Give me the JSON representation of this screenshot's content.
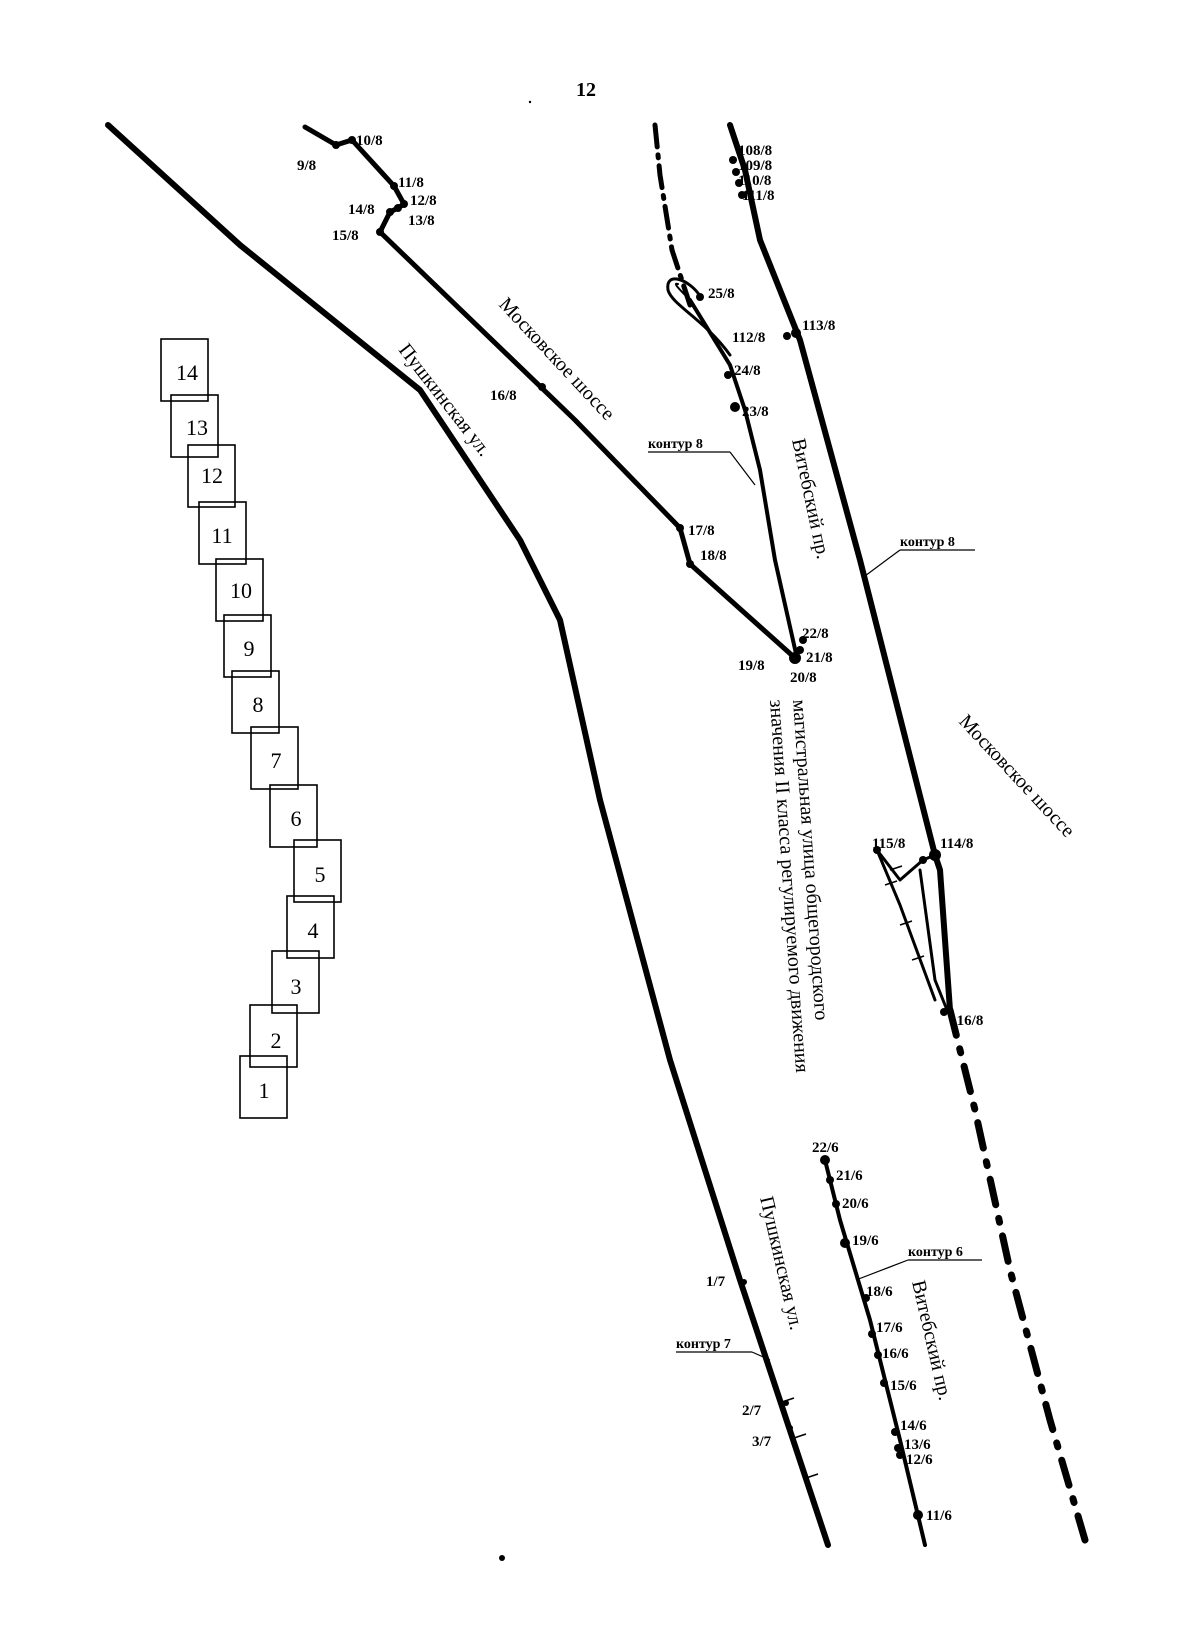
{
  "page_number": "12",
  "streets": {
    "pushkinskaya_top": "Пушкинская ул.",
    "pushkinskaya_bottom": "Пушкинская ул.",
    "moskovskoe_top": "Московское шоссе",
    "moskovskoe_right": "Московское шоссе",
    "vitebsky_top": "Витебский пр.",
    "vitebsky_bottom": "Витебский пр.",
    "magistral_line1": "магистральная улица общегородского",
    "magistral_line2": "значения II класса регулируемого движения"
  },
  "contours": {
    "c8a": "контур 8",
    "c8b": "контур 8",
    "c6": "контур 6",
    "c7": "контур 7"
  },
  "points": {
    "p10_8": "10/8",
    "p9_8": "9/8",
    "p11_8": "11/8",
    "p12_8": "12/8",
    "p14_8": "14/8",
    "p13_8": "13/8",
    "p15_8": "15/8",
    "p16_8": "16/8",
    "p17_8": "17/8",
    "p18_8": "18/8",
    "p19_8": "19/8",
    "p20_8": "20/8",
    "p21_8": "21/8",
    "p22_8": "22/8",
    "p23_8": "23/8",
    "p24_8": "24/8",
    "p25_8": "25/8",
    "p108_8": "108/8",
    "p109_8": "109/8",
    "p110_8": "110/8",
    "p111_8": "111/8",
    "p112_8": "112/8",
    "p113_8": "113/8",
    "p114_8": "114/8",
    "p115_8": "115/8",
    "p116_8": "116/8",
    "p22_6": "22/6",
    "p21_6": "21/6",
    "p20_6": "20/6",
    "p19_6": "19/6",
    "p18_6": "18/6",
    "p17_6": "17/6",
    "p16_6": "16/6",
    "p15_6": "15/6",
    "p14_6": "14/6",
    "p13_6": "13/6",
    "p12_6": "12/6",
    "p11_6": "11/6",
    "p1_7": "1/7",
    "p2_7": "2/7",
    "p3_7": "3/7"
  },
  "index_sheets": [
    "14",
    "13",
    "12",
    "11",
    "10",
    "9",
    "8",
    "7",
    "6",
    "5",
    "4",
    "3",
    "2",
    "1"
  ],
  "highlighted_sheet": "12"
}
